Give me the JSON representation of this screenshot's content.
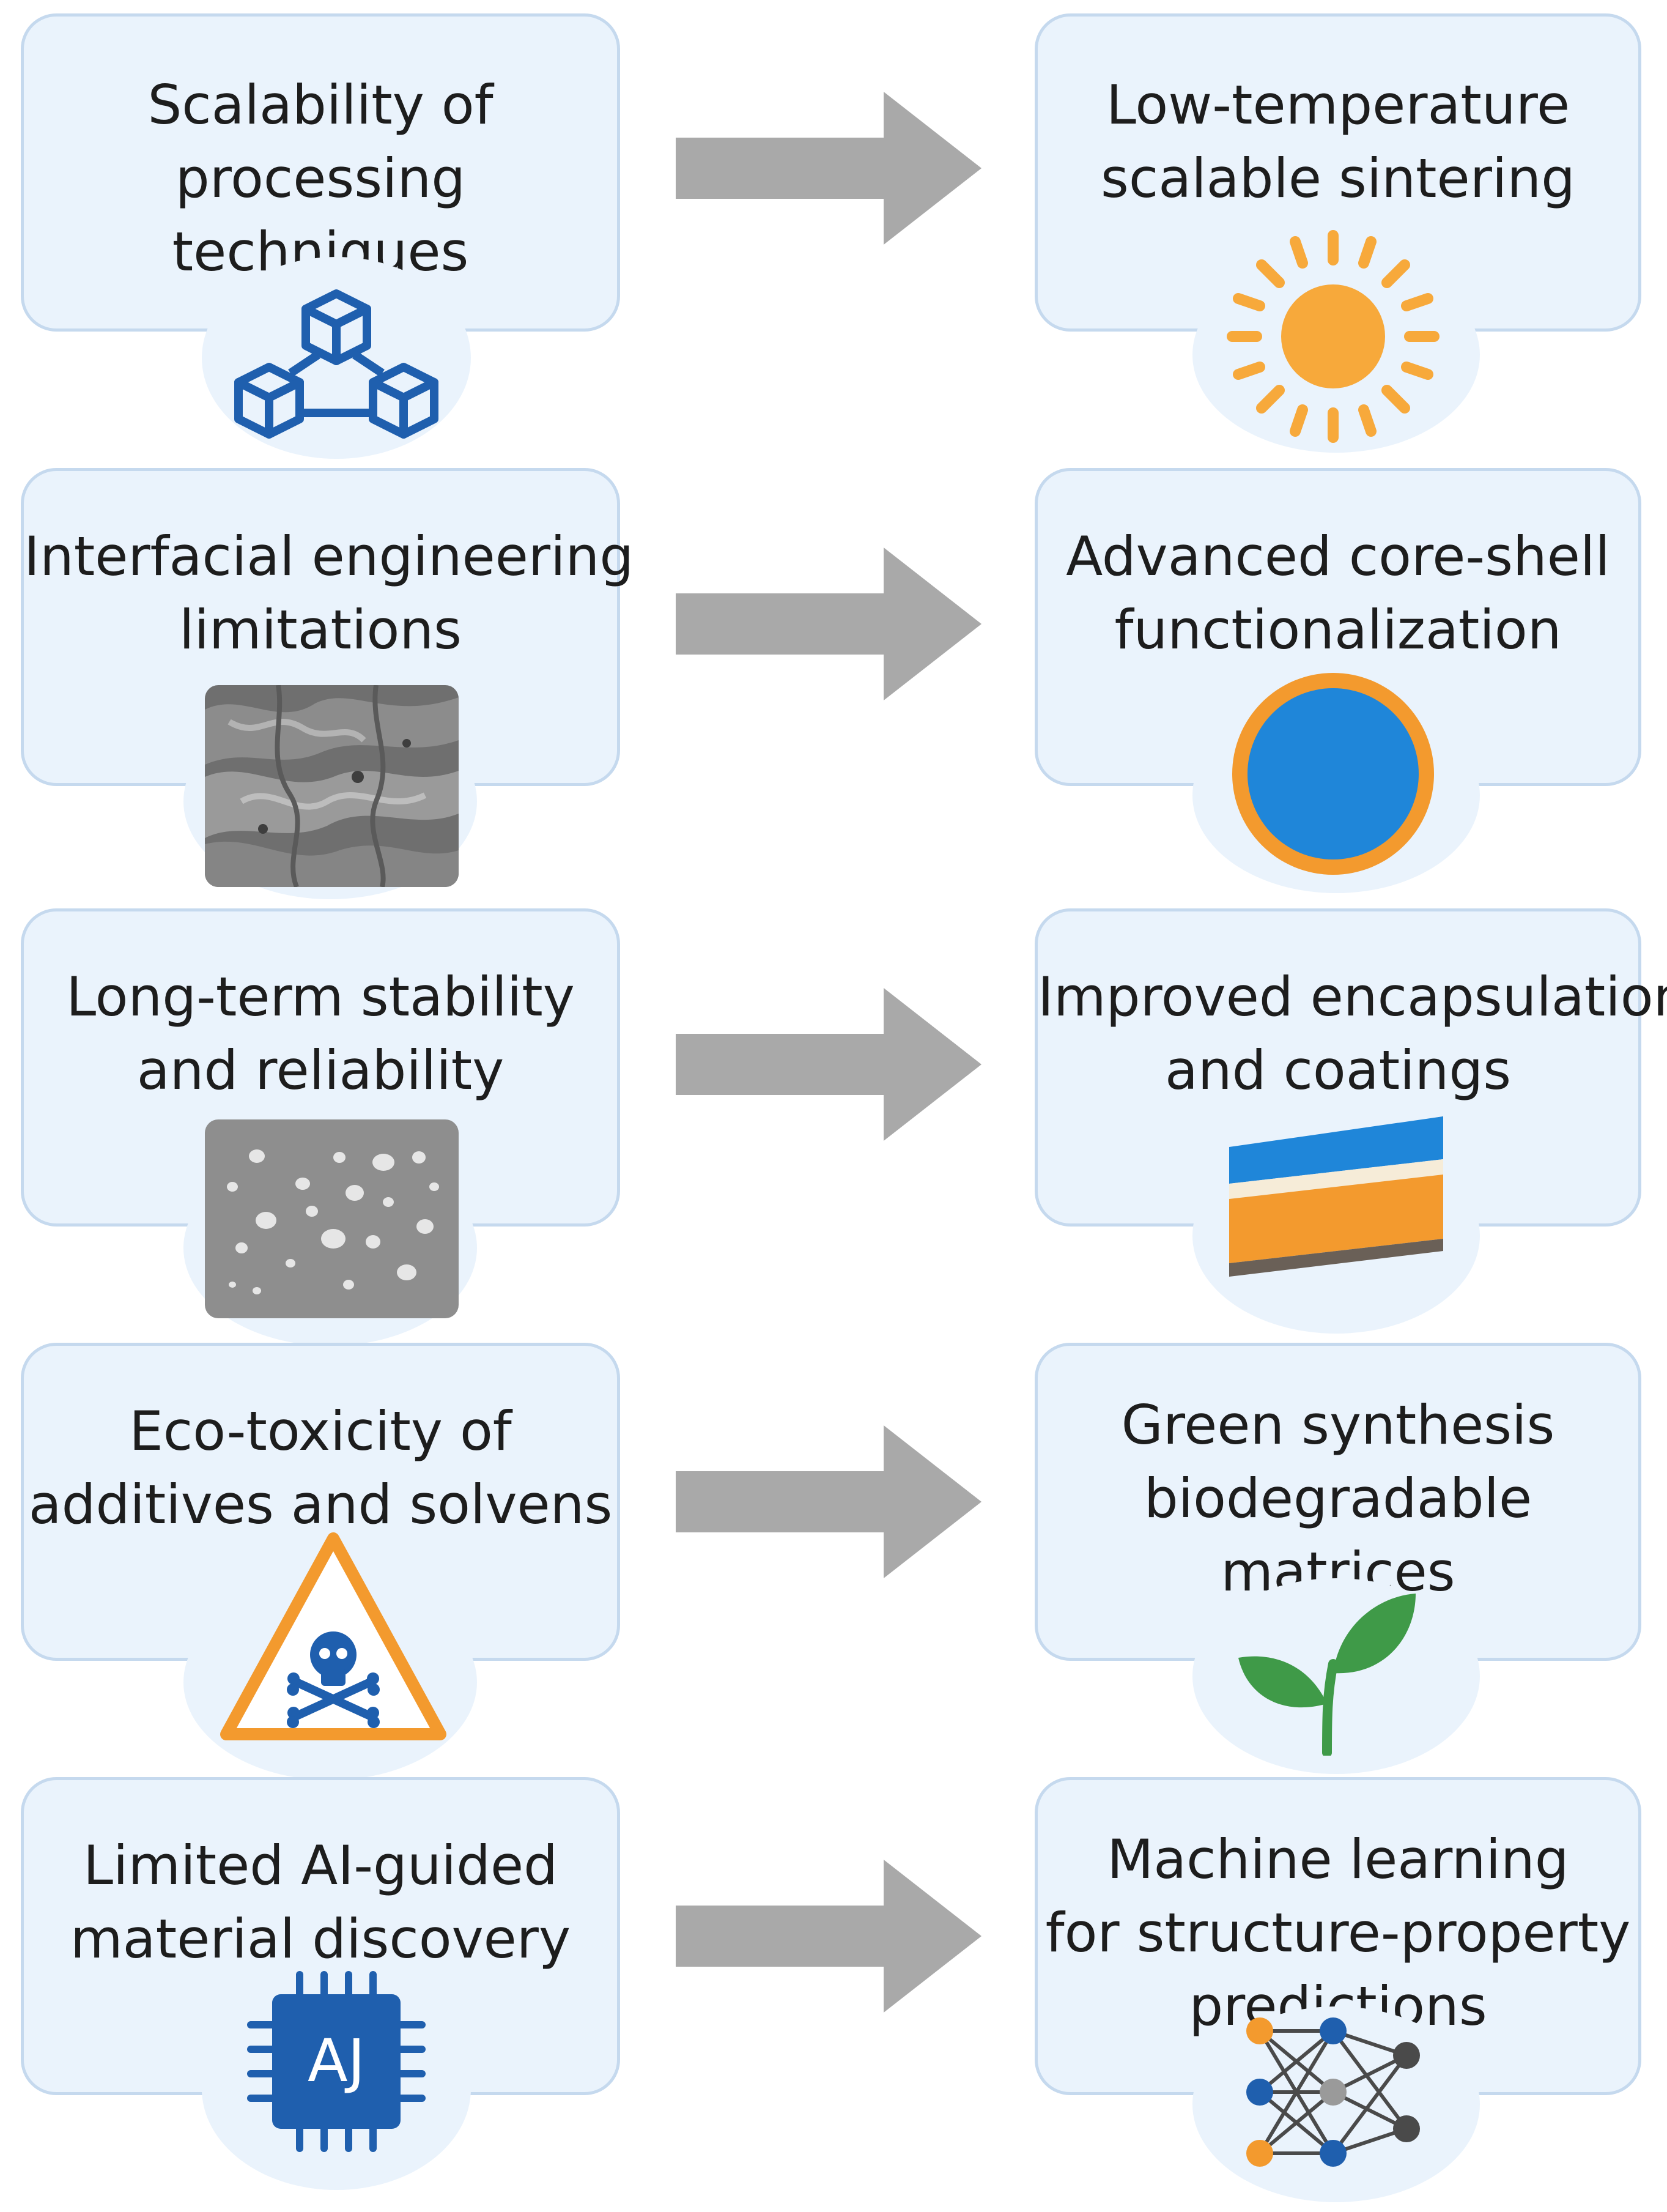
{
  "rows": [
    {
      "challenge": [
        "Scalability of",
        "processing",
        "techniques"
      ],
      "solution": [
        "Low-temperature",
        "scalable sintering"
      ],
      "challenge_icon": "cubes-network-icon",
      "solution_icon": "sun-icon"
    },
    {
      "challenge": [
        "Interfacial engineering",
        "limitations"
      ],
      "solution": [
        "Advanced core-shell",
        "functionalization"
      ],
      "challenge_icon": "sem-micrograph-icon",
      "solution_icon": "core-shell-particle-icon"
    },
    {
      "challenge": [
        "Long-term stability",
        "and reliability"
      ],
      "solution": [
        "Improved encapsulation",
        "and coatings"
      ],
      "challenge_icon": "degraded-surface-micrograph-icon",
      "solution_icon": "layered-coating-icon"
    },
    {
      "challenge": [
        "Eco-toxicity of",
        "additives and solvens"
      ],
      "solution": [
        "Green synthesis",
        "biodegradable",
        "matrices"
      ],
      "challenge_icon": "toxic-warning-icon",
      "solution_icon": "sprout-icon"
    },
    {
      "challenge": [
        "Limited AI-guided",
        "material discovery"
      ],
      "solution": [
        "Machine learning",
        "for structure-property",
        "predictions"
      ],
      "challenge_icon": "ai-chip-icon",
      "solution_icon": "neural-network-icon"
    }
  ],
  "icon_labels": {
    "ai_chip": "AJ"
  },
  "colors": {
    "card_fill": "#eaf3fc",
    "card_border": "#c5d9ee",
    "arrow": "#a9a9a9",
    "icon_blue": "#1f5fae",
    "sun": "#f7a93b",
    "orange": "#f39a2e",
    "core_blue": "#1f86d9",
    "leaf_green": "#3f9a48",
    "warning": "#f39a2e"
  }
}
